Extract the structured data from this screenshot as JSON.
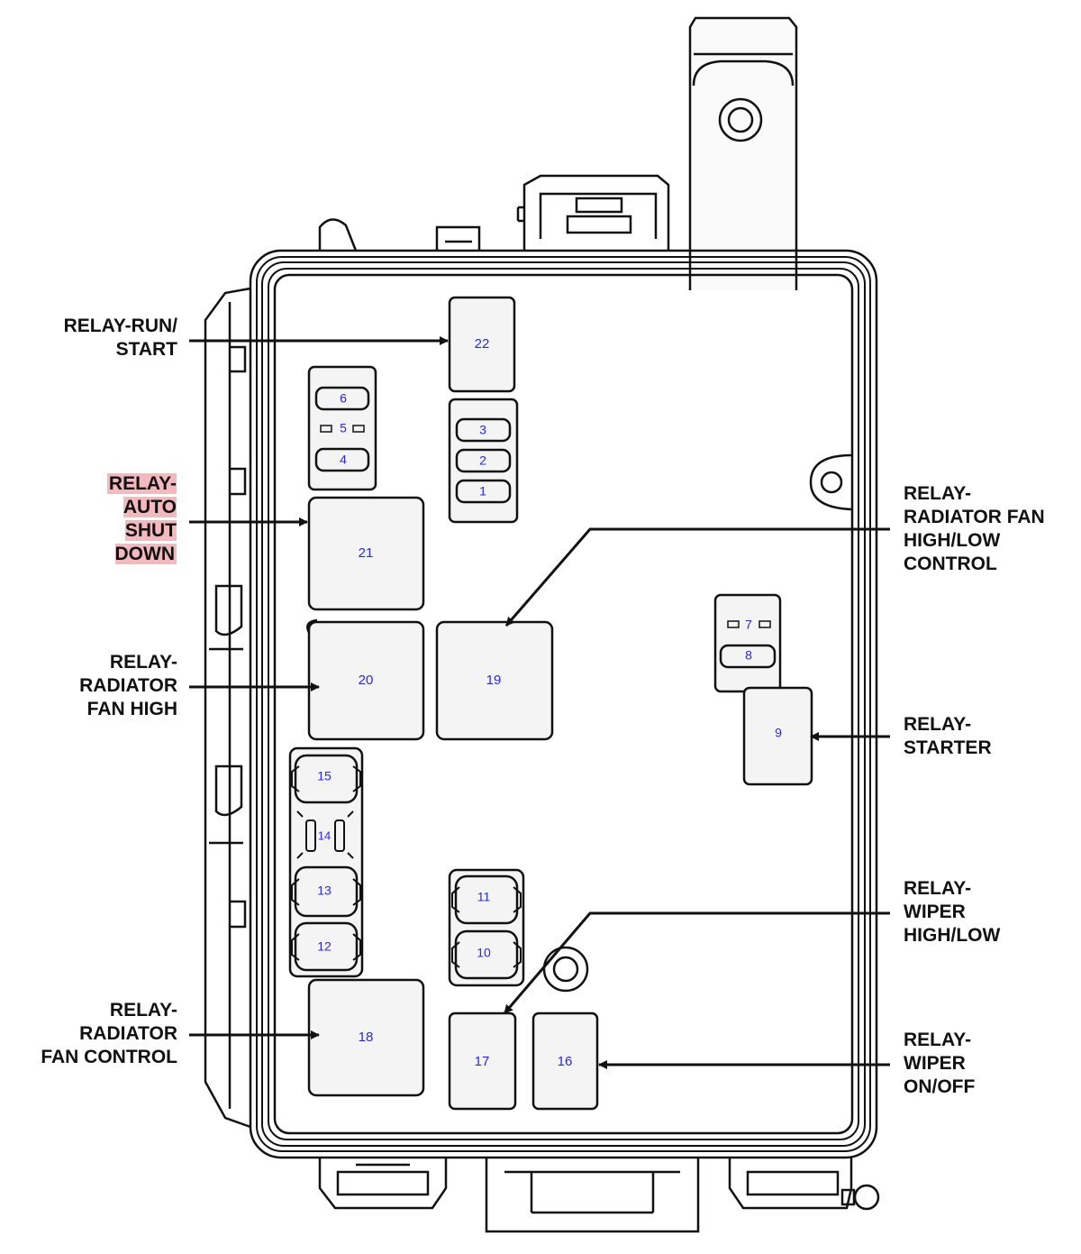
{
  "slots": {
    "s1": "1",
    "s2": "2",
    "s3": "3",
    "s4": "4",
    "s5": "5",
    "s6": "6",
    "s7": "7",
    "s8": "8",
    "s9": "9",
    "s10": "10",
    "s11": "11",
    "s12": "12",
    "s13": "13",
    "s14": "14",
    "s15": "15",
    "s16": "16",
    "s17": "17",
    "s18": "18",
    "s19": "19",
    "s20": "20",
    "s21": "21",
    "s22": "22"
  },
  "callouts": {
    "run_start": "RELAY-RUN/\nSTART",
    "auto_shut_down": "RELAY-\nAUTO\nSHUT\nDOWN",
    "fan_high": "RELAY-\nRADIATOR\nFAN HIGH",
    "fan_control": "RELAY-\nRADIATOR\nFAN CONTROL",
    "fan_high_low": "RELAY-\nRADIATOR FAN\nHIGH/LOW\nCONTROL",
    "starter": "RELAY-\nSTARTER",
    "wiper_high_low": "RELAY-\nWIPER\nHIGH/LOW",
    "wiper_on_off": "RELAY-\nWIPER\nON/OFF"
  },
  "colors": {
    "highlight": "#f4b8bf",
    "slot_number": "#2a2ad8",
    "line": "#111111",
    "box_fill": "#f4f4f4"
  }
}
